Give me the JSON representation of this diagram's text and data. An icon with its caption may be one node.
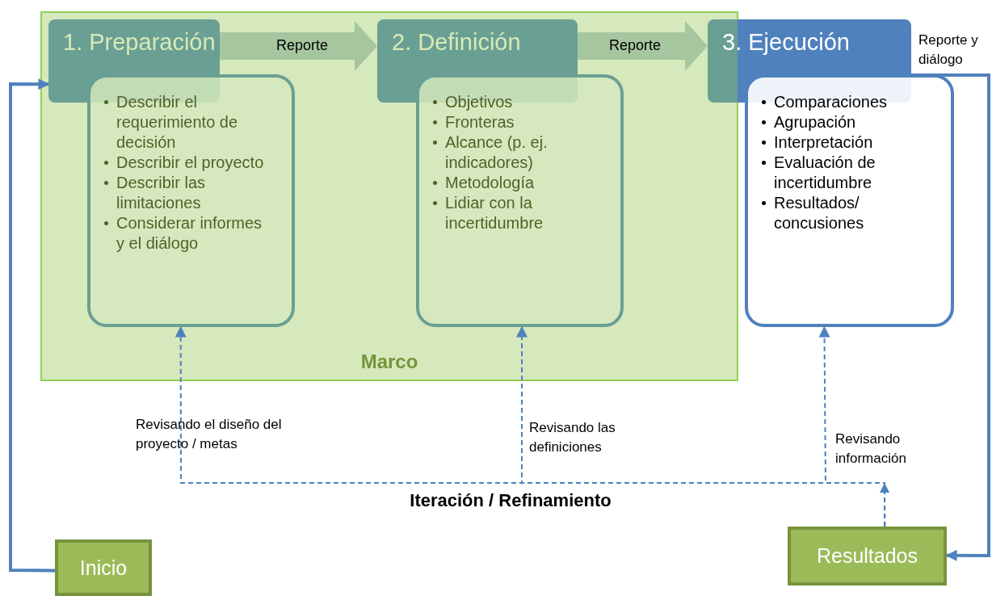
{
  "diagram": {
    "nodes": [
      {
        "text": [
          "Marco"
        ]
      },
      {
        "text": [
          "1. Preparación"
        ],
        "in": 0
      },
      {
        "text": [
          "Describir el requerimiento de decisión",
          "Describir el proyecto",
          "Describir las limitaciones",
          "Considerar informes y el diálogo"
        ],
        "in": 0
      },
      {
        "text": [
          "2. Definición"
        ],
        "in": 0
      },
      {
        "text": [
          "Objetivos",
          "Fronteras",
          "Alcance (p. ej. indicadores)",
          "Metodología",
          "Lidiar con la incertidumbre"
        ],
        "in": 0
      },
      {
        "text": [
          "3. Ejecución"
        ]
      },
      {
        "text": [
          "Comparaciones",
          "Agrupación",
          "Interpretación",
          "Evaluación de incertidumbre",
          "Resultados/ concusiones"
        ]
      },
      {
        "text": [
          "Inicio"
        ]
      },
      {
        "text": [
          "Resultados"
        ]
      }
    ],
    "edges": [
      {
        "from": 1,
        "to": 3,
        "arrow": "to",
        "label": "Reporte",
        "style": "thick",
        "color": "#a6c6a0"
      },
      {
        "from": 3,
        "to": 5,
        "arrow": "to",
        "label": "Reporte",
        "style": "thick",
        "color": "#a6c6a0"
      },
      {
        "from": 5,
        "to": 8,
        "arrow": "to",
        "label": "Reporte y diálogo"
      },
      {
        "from": 7,
        "to": 1,
        "arrow": "to"
      },
      {
        "from": 8,
        "to": 2,
        "arrow": "to",
        "label": "Revisando el diseño del proyecto / metas",
        "style": "dashed"
      },
      {
        "from": 8,
        "to": 4,
        "arrow": "to",
        "label": "Revisando las definiciones",
        "style": "dashed"
      },
      {
        "from": 8,
        "to": 6,
        "arrow": "to",
        "label": "Revisando información",
        "style": "dashed"
      }
    ],
    "labels": [
      "Iteración / Refinamiento"
    ]
  }
}
